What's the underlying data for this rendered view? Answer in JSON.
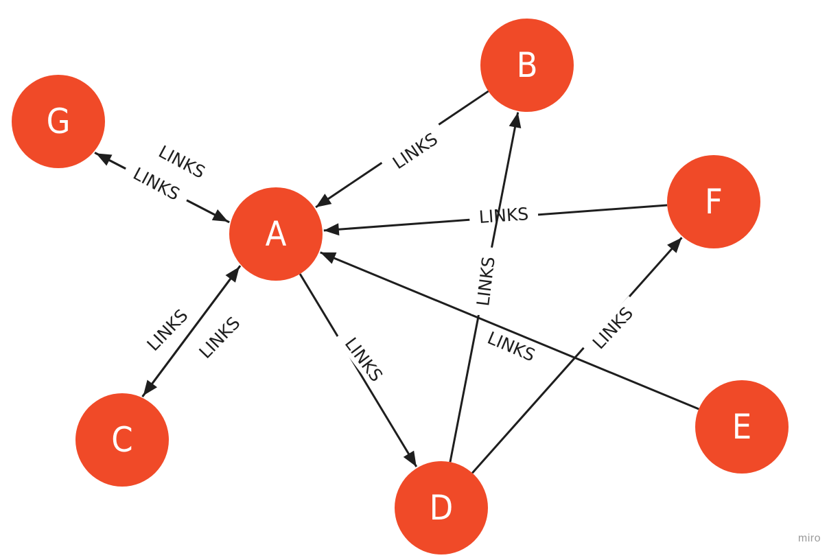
{
  "colors": {
    "node_fill": "#f04a28",
    "edge_stroke": "#1e1e1e",
    "label_text": "#1e1e1e",
    "node_text": "#ffffff",
    "watermark": "#9a9a9a"
  },
  "nodes": [
    {
      "id": "A",
      "label": "A"
    },
    {
      "id": "B",
      "label": "B"
    },
    {
      "id": "C",
      "label": "C"
    },
    {
      "id": "D",
      "label": "D"
    },
    {
      "id": "E",
      "label": "E"
    },
    {
      "id": "F",
      "label": "F"
    },
    {
      "id": "G",
      "label": "G"
    }
  ],
  "edges": [
    {
      "from": "A",
      "to": "G",
      "label": "LINKS"
    },
    {
      "from": "G",
      "to": "A",
      "label": "LINKS"
    },
    {
      "from": "B",
      "to": "A",
      "label": "LINKS"
    },
    {
      "from": "F",
      "to": "A",
      "label": "LINKS"
    },
    {
      "from": "E",
      "to": "A",
      "label": "LINKS"
    },
    {
      "from": "C",
      "to": "A",
      "label": "LINKS"
    },
    {
      "from": "A",
      "to": "C",
      "label": "LINKS"
    },
    {
      "from": "A",
      "to": "D",
      "label": "LINKS"
    },
    {
      "from": "D",
      "to": "B",
      "label": "LINKS"
    },
    {
      "from": "D",
      "to": "F",
      "label": "LINKS"
    }
  ],
  "watermark": "miro"
}
